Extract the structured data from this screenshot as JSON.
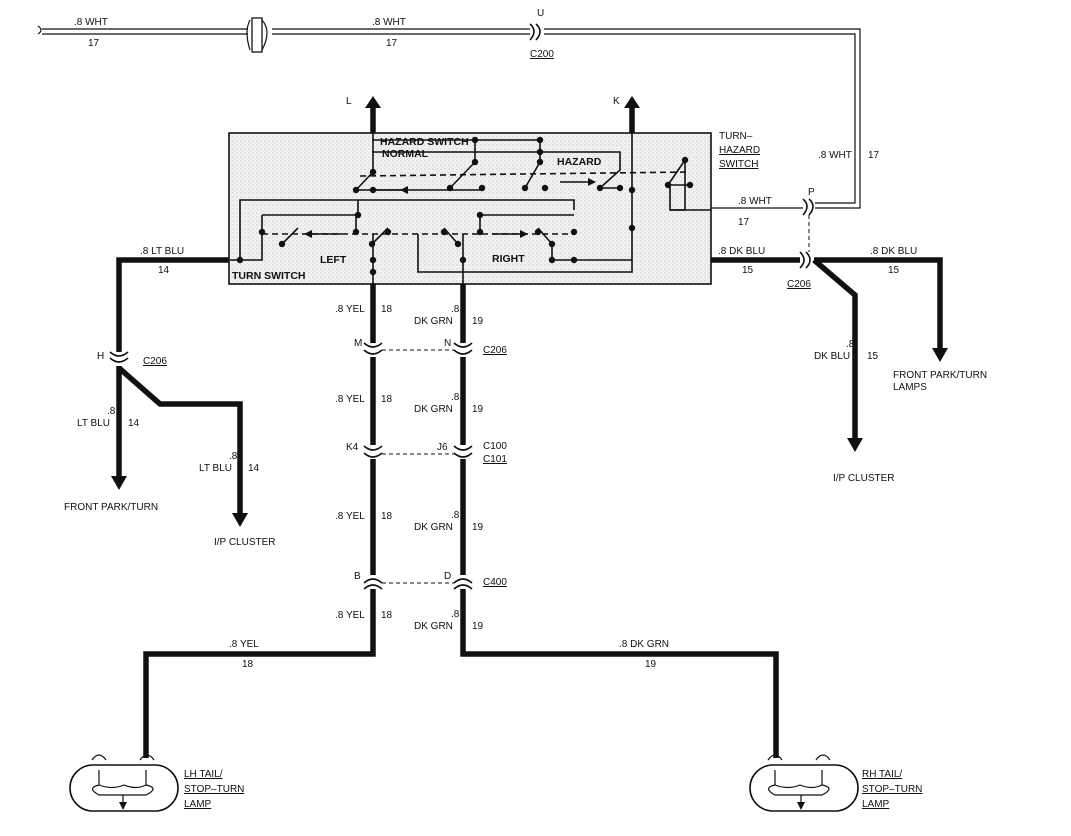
{
  "switch": {
    "title": "TURN–",
    "title2": "HAZARD",
    "title3": "SWITCH",
    "hazard_switch": "HAZARD SWITCH",
    "normal": "NORMAL",
    "hazard": "HAZARD",
    "left": "LEFT",
    "right": "RIGHT",
    "turn_switch": "TURN SWITCH"
  },
  "wires": {
    "wht_top_left_gauge": ".8 WHT",
    "wht_top_left_circuit": "17",
    "wht_top_mid_gauge": ".8 WHT",
    "wht_top_mid_circuit": "17",
    "wht_right_gauge": ".8 WHT",
    "wht_right_circuit": "17",
    "wht_p_gauge": ".8 WHT",
    "wht_p_circuit": "17",
    "ltblu_top_gauge": ".8 LT BLU",
    "ltblu_top_circuit": "14",
    "ltblu_front_gauge": ".8",
    "ltblu_front_color": "LT BLU",
    "ltblu_front_circuit": "14",
    "ltblu_cluster_gauge": ".8",
    "ltblu_cluster_color": "LT BLU",
    "ltblu_cluster_circuit": "14",
    "dkblu_left_gauge": ".8 DK BLU",
    "dkblu_left_circuit": "15",
    "dkblu_right_gauge": ".8 DK BLU",
    "dkblu_right_circuit": "15",
    "dkblu_down_gauge": ".8",
    "dkblu_down_color": "DK BLU",
    "dkblu_down_circuit": "15",
    "yel_1_gauge": ".8 YEL",
    "yel_1_circuit": "18",
    "yel_2_gauge": ".8 YEL",
    "yel_2_circuit": "18",
    "yel_3_gauge": ".8 YEL",
    "yel_3_circuit": "18",
    "yel_4_gauge": ".8 YEL",
    "yel_4_circuit": "18",
    "yel_bottom_gauge": ".8 YEL",
    "yel_bottom_circuit": "18",
    "grn_1_gauge": ".8",
    "grn_1_color": "DK GRN",
    "grn_1_circuit": "19",
    "grn_2_gauge": ".8",
    "grn_2_color": "DK GRN",
    "grn_2_circuit": "19",
    "grn_3_gauge": ".8",
    "grn_3_color": "DK GRN",
    "grn_3_circuit": "19",
    "grn_4_gauge": ".8",
    "grn_4_color": "DK GRN",
    "grn_4_circuit": "19",
    "grn_bottom_gauge": ".8 DK GRN",
    "grn_bottom_circuit": "19"
  },
  "connectors": {
    "c200_pin": "U",
    "c200_name": "C200",
    "l_pin": "L",
    "k_pin": "K",
    "p_pin": "P",
    "c206_right_name": "C206",
    "h_pin": "H",
    "c206_left_name": "C206",
    "m_pin": "M",
    "n_pin": "N",
    "c206_mid_name": "C206",
    "k4_pin": "K4",
    "j6_pin": "J6",
    "c100_name": "C100",
    "c101_name": "C101",
    "b_pin": "B",
    "d_pin": "D",
    "c400_name": "C400"
  },
  "destinations": {
    "front_park_turn_left": "FRONT PARK/TURN",
    "ip_cluster_left": "I/P CLUSTER",
    "front_park_turn_right_1": "FRONT PARK/TURN",
    "front_park_turn_right_2": "LAMPS",
    "ip_cluster_right": "I/P CLUSTER"
  },
  "lamps": {
    "lh_1": "LH TAIL/",
    "lh_2": "STOP–TURN",
    "lh_3": "LAMP",
    "rh_1": "RH TAIL/",
    "rh_2": "STOP–TURN",
    "rh_3": "LAMP"
  }
}
